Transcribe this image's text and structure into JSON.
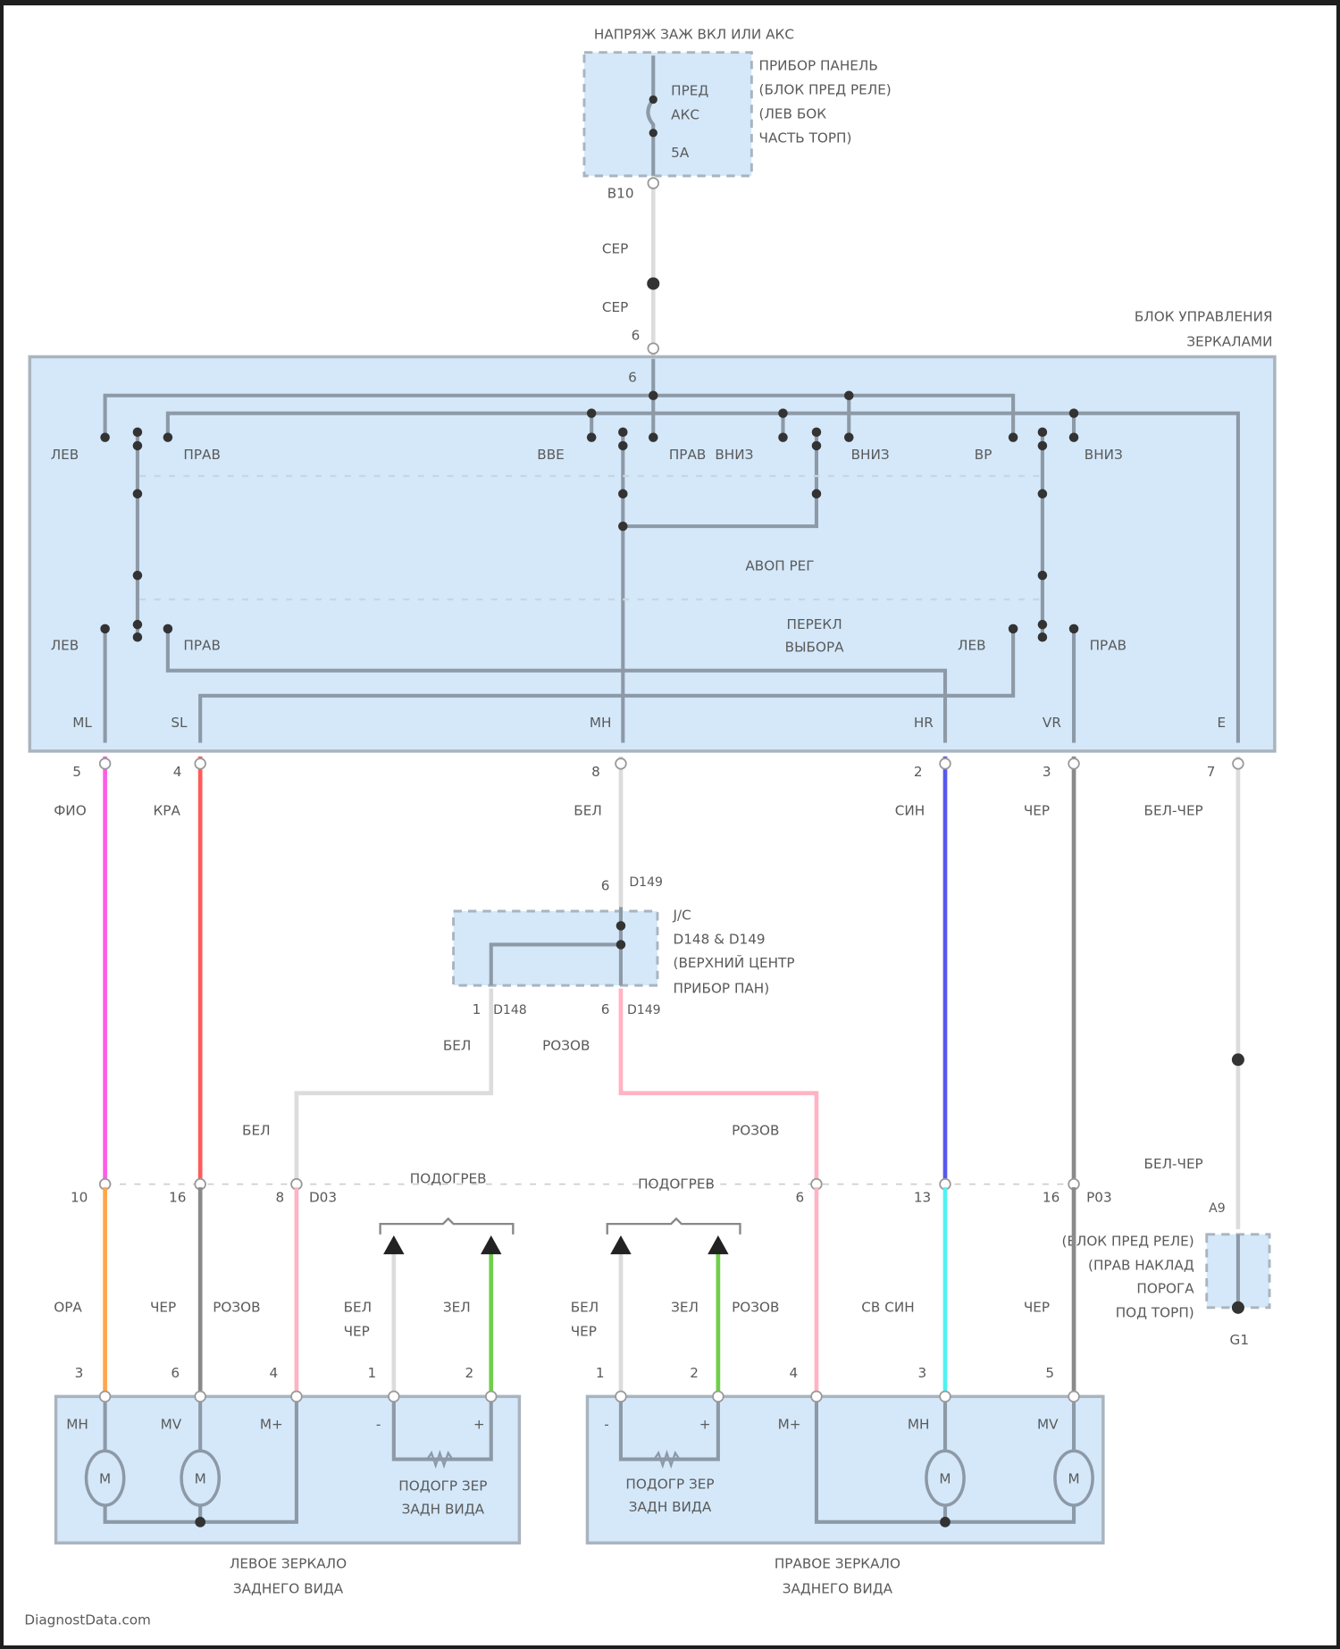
{
  "supply": {
    "title": "НАПРЯЖ ЗАЖ ВКЛ ИЛИ АКС",
    "fuse": [
      "ПРЕД",
      "АКС",
      "5А"
    ],
    "location": [
      "ПРИБОР ПАНЕЛЬ",
      "(БЛОК ПРЕД РЕЛЕ)",
      "(ЛЕВ БОК",
      "ЧАСТЬ ТОРП)"
    ],
    "connector": "B10",
    "wire_labels": [
      "СЕР",
      "СЕР"
    ],
    "pin": "6"
  },
  "control_unit": {
    "title": [
      "БЛОК УПРАВЛЕНИЯ",
      "ЗЕРКАЛАМИ"
    ],
    "inner_pin": "6",
    "upper_switch_labels": [
      "ЛЕВ",
      "ПРАВ",
      "ВВЕ",
      "ПРАВ",
      "ВНИЗ",
      "ВНИЗ",
      "ВР",
      "ВНИЗ"
    ],
    "auto_label": "АВОП РЕГ",
    "selector_label": [
      "ПЕРЕКЛ",
      "ВЫБОРА"
    ],
    "lower_switch_labels": [
      "ЛЕВ",
      "ПРАВ",
      "ЛЕВ",
      "ПРАВ"
    ],
    "terminals": [
      "МL",
      "SL",
      "МН",
      "НR",
      "VR",
      "Е"
    ],
    "pin_numbers": [
      "5",
      "4",
      "8",
      "2",
      "3",
      "7"
    ],
    "wire_labels": [
      "ФИО",
      "КРА",
      "БЕЛ",
      "СИН",
      "ЧЕР",
      "БЕЛ-ЧЕР"
    ]
  },
  "junction": {
    "top_pin": "6",
    "top_conn": "D149",
    "desc": [
      "J/C",
      "D148 & D149",
      "(ВЕРХНИЙ ЦЕНТР",
      "ПРИБОР ПАН)"
    ],
    "bottom_pins": [
      "1",
      "D148",
      "6",
      "D149"
    ],
    "wire_labels": [
      "БЕЛ",
      "РОЗОВ",
      "БЕЛ",
      "РОЗОВ"
    ]
  },
  "connector_row": {
    "left": [
      "10",
      "16",
      "8",
      "D03"
    ],
    "right": [
      "6",
      "13",
      "16",
      "P03"
    ],
    "heater_labels": [
      "ПОДОГРЕВ",
      "ПОДОГРЕВ"
    ]
  },
  "ground": {
    "wire_label": "БЕЛ-ЧЕР",
    "pin": "А9",
    "desc": [
      "(БЛОК ПРЕД РЕЛЕ)",
      "(ПРАВ НАКЛАД",
      "ПОРОГА",
      "ПОД ТОРП)"
    ],
    "ground_id": "G1"
  },
  "lower_wires": {
    "left_labels": [
      "ОРА",
      "ЧЕР",
      "РОЗОВ",
      "БЕЛ",
      "ЧЕР",
      "ЗЕЛ"
    ],
    "right_labels": [
      "БЕЛ",
      "ЧЕР",
      "ЗЕЛ",
      "РОЗОВ",
      "СВ СИН",
      "ЧЕР"
    ],
    "left_pins": [
      "3",
      "6",
      "4",
      "1",
      "2"
    ],
    "right_pins": [
      "1",
      "2",
      "4",
      "3",
      "5"
    ]
  },
  "left_mirror": {
    "terminals": [
      "МН",
      "МV",
      "М+",
      "-",
      "+"
    ],
    "motor": "M",
    "heater": [
      "ПОДОГР ЗЕР",
      "ЗАДН ВИДА"
    ],
    "caption": [
      "ЛЕВОЕ ЗЕРКАЛО",
      "ЗАДНЕГО ВИДА"
    ]
  },
  "right_mirror": {
    "terminals": [
      "-",
      "+",
      "М+",
      "МН",
      "МV"
    ],
    "motor": "M",
    "heater": [
      "ПОДОГР ЗЕР",
      "ЗАДН ВИДА"
    ],
    "caption": [
      "ПРАВОЕ ЗЕРКАЛО",
      "ЗАДНЕГО ВИДА"
    ]
  },
  "watermark": "DiagnostData.com",
  "wire_colors": {
    "violet": "#ff5ce8",
    "red": "#ff5a5a",
    "white": "#d6d6d6",
    "blue": "#5858ee",
    "black": "#8a8a8a",
    "orange": "#ffa64a",
    "pink": "#ffb3c4",
    "green": "#6fcf4a",
    "lightblue": "#4ff2f2",
    "gray": "#d0d0d0"
  }
}
